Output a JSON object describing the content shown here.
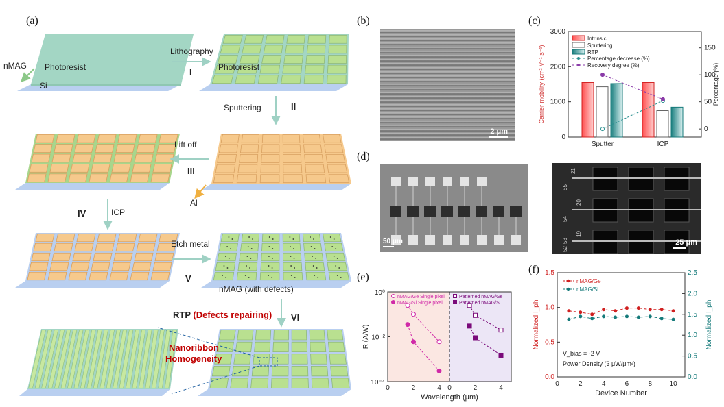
{
  "panel_labels": {
    "a": "(a)",
    "b": "(b)",
    "c": "(c)",
    "d": "(d)",
    "e": "(e)",
    "f": "(f)"
  },
  "panel_a": {
    "nmag": "nMAG",
    "si": "Si",
    "photoresist_1": "Photoresist",
    "photoresist_2": "Photoresist",
    "lithography": "Lithography",
    "step1": "I",
    "sputtering": "Sputtering",
    "step2": "II",
    "lift_off": "Lift off",
    "step3": "III",
    "al": "Al",
    "step4": "IV",
    "icp": "ICP",
    "etch_metal": "Etch metal",
    "step5": "V",
    "nmag_defects": "nMAG (with defects)",
    "rtp": "RTP",
    "defects_repairing": "(Defects repairing)",
    "step6": "VI",
    "nanoribbon": "Nanoribbon",
    "homogeneity": "Homogeneity"
  },
  "panel_b": {
    "scale": "2 μm"
  },
  "panel_d": {
    "scale_left": "50 μm",
    "scale_right": "25 μm",
    "pixel_numbers": [
      "21",
      "55",
      "20",
      "54",
      "19",
      "53",
      "52"
    ]
  },
  "colors": {
    "substrate": "#b9cff0",
    "film": "#a3d6c4",
    "pad": "#f6c98c",
    "green_pixel": "#b9e090",
    "red": "#e02020",
    "teal": "#157a7a",
    "purple": "#7a0a7a",
    "magenta": "#d02aa8"
  },
  "chart_data": [
    {
      "panel": "c",
      "type": "bar",
      "categories": [
        "Sputter",
        "ICP"
      ],
      "series": [
        {
          "name": "Intrinsic",
          "values": [
            1550,
            1550
          ]
        },
        {
          "name": "Sputtering",
          "values": [
            1430,
            750
          ]
        },
        {
          "name": "RTP",
          "values": [
            1520,
            850
          ]
        }
      ],
      "lines": [
        {
          "name": "Percentage decrease (%)",
          "x": [
            "Sputter",
            "ICP"
          ],
          "values": [
            0,
            52
          ]
        },
        {
          "name": "Recovery degree (%)",
          "x": [
            "Sputter",
            "ICP"
          ],
          "values": [
            100,
            55
          ]
        }
      ],
      "ylabel": "Carrier mobility (cm² V⁻¹ s⁻¹)",
      "ylim": [
        0,
        3000
      ],
      "yticks": [
        "0",
        "1000",
        "2000",
        "3000"
      ],
      "y2label": "Percentage (%)",
      "y2lim": [
        -15,
        180
      ],
      "y2ticks": [
        "0",
        "50",
        "100",
        "150"
      ],
      "legend": "top-left"
    },
    {
      "panel": "e",
      "type": "scatter",
      "xlabel": "Wavelength (μm)",
      "ylabel": "R (A/W)",
      "yscale": "log",
      "ylim": [
        0.0001,
        1
      ],
      "yticks": [
        "10⁰",
        "10⁻²",
        "10⁻⁴"
      ],
      "xticks": [
        "0",
        "2",
        "4"
      ],
      "groups": [
        {
          "series": [
            {
              "name": "nMAG/Ge Single pixel",
              "x": [
                1.55,
                2.0,
                4.0
              ],
              "values": [
                0.25,
                0.1,
                0.006
              ]
            },
            {
              "name": "nMAG/Si Single pixel",
              "x": [
                1.55,
                2.0,
                4.0
              ],
              "values": [
                0.035,
                0.006,
                0.0003
              ]
            }
          ]
        },
        {
          "series": [
            {
              "name": "Patterned nMAG/Ge",
              "x": [
                1.55,
                2.0,
                4.0
              ],
              "values": [
                0.25,
                0.09,
                0.02
              ]
            },
            {
              "name": "Patterned nMAG/Si",
              "x": [
                1.55,
                2.0,
                4.0
              ],
              "values": [
                0.03,
                0.009,
                0.0015
              ]
            }
          ]
        }
      ]
    },
    {
      "panel": "f",
      "type": "line",
      "xlabel": "Device Number",
      "x": [
        1,
        2,
        3,
        4,
        5,
        6,
        7,
        8,
        9,
        10
      ],
      "series": [
        {
          "name": "nMAG/Ge",
          "values": [
            0.95,
            0.93,
            0.9,
            0.97,
            0.95,
            0.99,
            0.99,
            0.97,
            0.97,
            0.95
          ]
        },
        {
          "name": "nMAG/Si",
          "values": [
            1.38,
            1.45,
            1.4,
            1.45,
            1.43,
            1.45,
            1.43,
            1.45,
            1.4,
            1.38
          ]
        }
      ],
      "ylabel": "Normalized I_ph",
      "ylim": [
        0,
        1.5
      ],
      "yticks": [
        "0.0",
        "0.5",
        "1.0",
        "1.5"
      ],
      "y2label": "Normalized I_ph",
      "y2lim": [
        0,
        2.5
      ],
      "y2ticks": [
        "0.0",
        "0.5",
        "1.0",
        "1.5",
        "2.0",
        "2.5"
      ],
      "xticks": [
        "0",
        "2",
        "4",
        "6",
        "8",
        "10"
      ],
      "annotation_line1": "V_bias = -2 V",
      "annotation_line2": "Power Density (3 μW/μm²)"
    }
  ]
}
